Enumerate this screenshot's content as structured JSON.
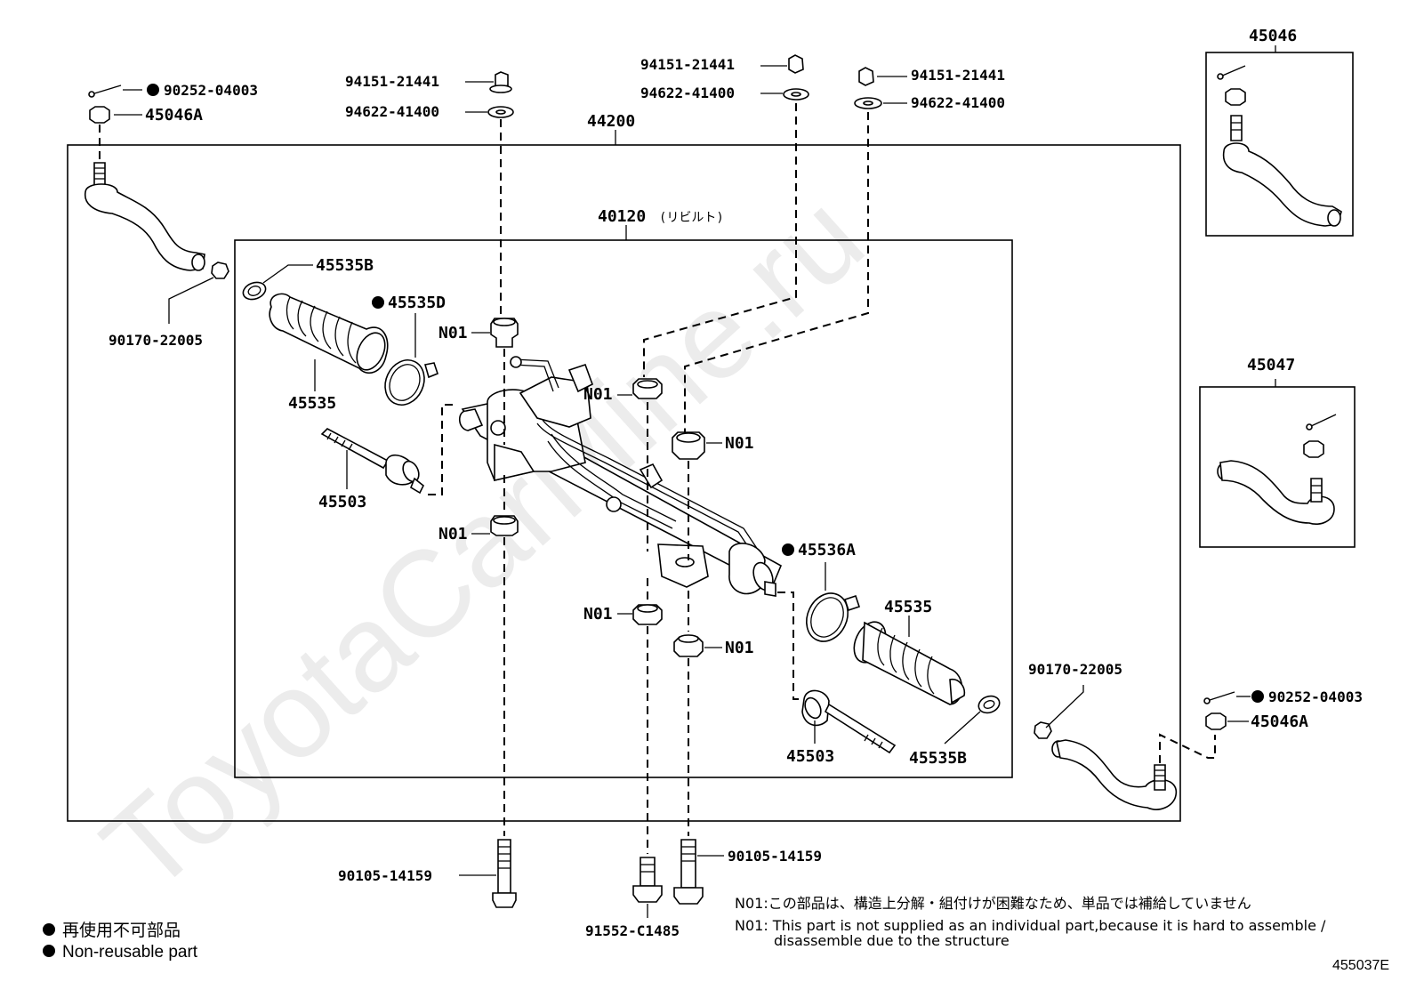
{
  "watermark": "ToyotaCarMine.ru",
  "assembly_label": "44200",
  "rack_label": "40120",
  "rack_label_suffix": "(リビルト)",
  "labels": {
    "cotter_pin_left": "90252-04003",
    "nut_45046a_left": "45046A",
    "nut_94151_a": "94151-21441",
    "washer_94622_a": "94622-41400",
    "nut_94151_b": "94151-21441",
    "washer_94622_b": "94622-41400",
    "nut_94151_c": "94151-21441",
    "washer_94622_c": "94622-41400",
    "clamp_45535b_left": "45535B",
    "clip_45535d": "45535D",
    "nut_90170_left": "90170-22005",
    "boot_45535_left": "45535",
    "tie_rod_45503_left": "45503",
    "n01_1": "N01",
    "n01_2": "N01",
    "n01_3": "N01",
    "n01_4": "N01",
    "n01_5": "N01",
    "n01_6": "N01",
    "clip_45536a": "45536A",
    "boot_45535_right": "45535",
    "tie_rod_45503_right": "45503",
    "clamp_45535b_right": "45535B",
    "nut_90170_right": "90170-22005",
    "cotter_pin_right": "90252-04003",
    "nut_45046a_right": "45046A",
    "bolt_90105_left": "90105-14159",
    "bolt_90105_right": "90105-14159",
    "bolt_91552": "91552-C1485",
    "inset_45046": "45046",
    "inset_45047": "45047"
  },
  "notes": {
    "jp": "N01:この部品は、構造上分解・組付けが困難なため、単品では補給していません",
    "en_line1": "N01: This part is not supplied as an individual part,because it is hard to assemble /",
    "en_line2": "disassemble due to the structure"
  },
  "legend": {
    "jp": "再使用不可部品",
    "en": "Non-reusable part"
  },
  "figure_id": "455037E"
}
